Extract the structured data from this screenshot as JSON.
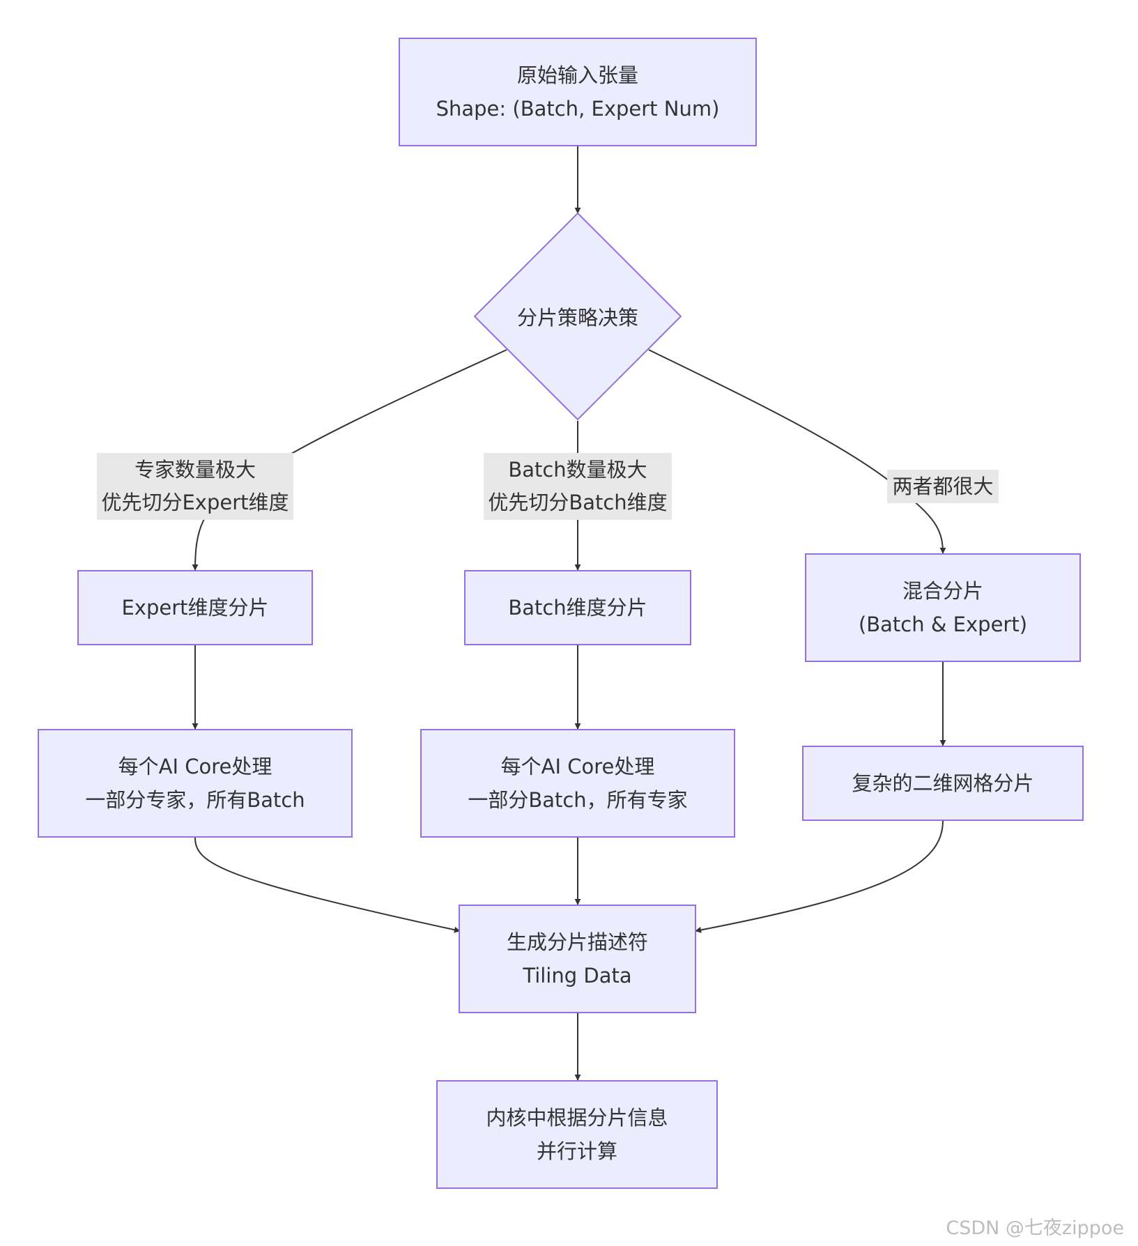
{
  "nodes": {
    "input": [
      "原始输入张量",
      "Shape: (Batch, Expert Num)"
    ],
    "decision": "分片策略决策",
    "expert_tiling": "Expert维度分片",
    "batch_tiling": "Batch维度分片",
    "hybrid_tiling": [
      "混合分片",
      "(Batch & Expert)"
    ],
    "expert_core": [
      "每个AI Core处理",
      "一部分专家，所有Batch"
    ],
    "batch_core": [
      "每个AI Core处理",
      "一部分Batch，所有专家"
    ],
    "grid_tiling": "复杂的二维网格分片",
    "tiling_data": [
      "生成分片描述符",
      "Tiling Data"
    ],
    "kernel": [
      "内核中根据分片信息",
      "并行计算"
    ]
  },
  "edge_labels": {
    "expert_large": [
      "专家数量极大",
      "优先切分Expert维度"
    ],
    "batch_large": [
      "Batch数量极大",
      "优先切分Batch维度"
    ],
    "both_large": "两者都很大"
  },
  "watermark": "CSDN @七夜zippoe",
  "colors": {
    "node_fill": "#ececff",
    "node_stroke": "#9370db",
    "edge": "#333333",
    "label_bg": "#e8e8e8"
  }
}
